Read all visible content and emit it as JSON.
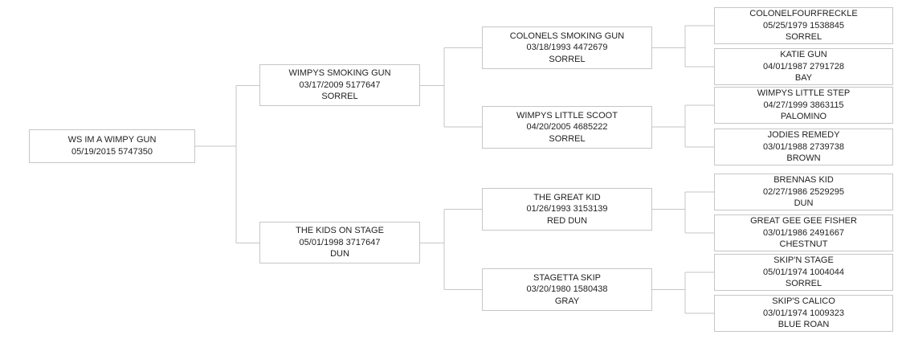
{
  "pedigree": {
    "root": {
      "name": "WS IM A WIMPY GUN",
      "info": "05/19/2015 5747350"
    },
    "gen2": [
      {
        "name": "WIMPYS SMOKING GUN",
        "info": "03/17/2009 5177647",
        "color": "SORREL"
      },
      {
        "name": "THE KIDS ON STAGE",
        "info": "05/01/1998 3717647",
        "color": "DUN"
      }
    ],
    "gen3": [
      {
        "name": "COLONELS SMOKING GUN",
        "info": "03/18/1993 4472679",
        "color": "SORREL"
      },
      {
        "name": "WIMPYS LITTLE SCOOT",
        "info": "04/20/2005 4685222",
        "color": "SORREL"
      },
      {
        "name": "THE GREAT KID",
        "info": "01/26/1993 3153139",
        "color": "RED DUN"
      },
      {
        "name": "STAGETTA SKIP",
        "info": "03/20/1980 1580438",
        "color": "GRAY"
      }
    ],
    "gen4": [
      {
        "name": "COLONELFOURFRECKLE",
        "info": "05/25/1979 1538845",
        "color": "SORREL"
      },
      {
        "name": "KATIE GUN",
        "info": "04/01/1987 2791728",
        "color": "BAY"
      },
      {
        "name": "WIMPYS LITTLE STEP",
        "info": "04/27/1999 3863115",
        "color": "PALOMINO"
      },
      {
        "name": "JODIES REMEDY",
        "info": "03/01/1988 2739738",
        "color": "BROWN"
      },
      {
        "name": "BRENNAS KID",
        "info": "02/27/1986 2529295",
        "color": "DUN"
      },
      {
        "name": "GREAT GEE GEE FISHER",
        "info": "03/01/1986 2491667",
        "color": "CHESTNUT"
      },
      {
        "name": "SKIP'N STAGE",
        "info": "05/01/1974 1004044",
        "color": "SORREL"
      },
      {
        "name": "SKIP'S CALICO",
        "info": "03/01/1974 1009323",
        "color": "BLUE ROAN"
      }
    ]
  }
}
